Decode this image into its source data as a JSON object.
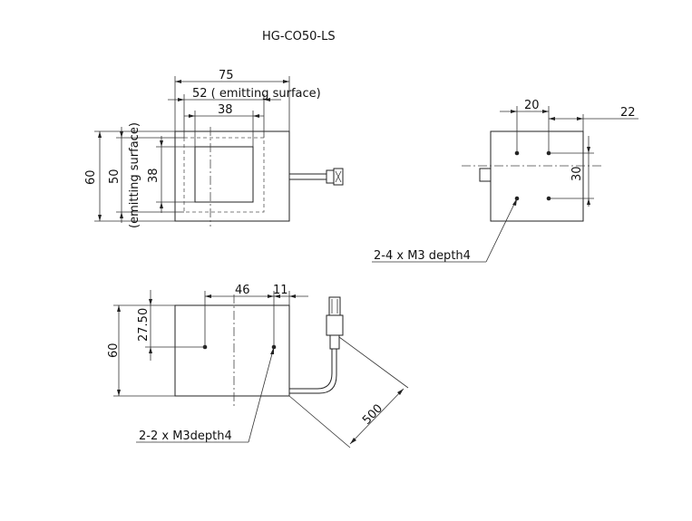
{
  "title": "HG-CO50-LS",
  "front_view": {
    "dim_overall_width": "75",
    "dim_emitting_width": "52 ( emitting surface)",
    "dim_window_width": "38",
    "dim_overall_height": "60",
    "dim_emitting_height": "50",
    "dim_emitting_height_note": "(emitting surface)",
    "dim_window_height": "38"
  },
  "side_view": {
    "dim_hole_spacing_x": "20",
    "dim_edge_offset": "22",
    "dim_hole_spacing_y": "30",
    "callout": "2-4 x  M3 depth4"
  },
  "bottom_view": {
    "dim_height": "60",
    "dim_hole_height": "27.50",
    "dim_hole_spacing": "46",
    "dim_edge_offset": "11",
    "dim_cable_length": "500",
    "callout": "2-2 x  M3depth4"
  }
}
